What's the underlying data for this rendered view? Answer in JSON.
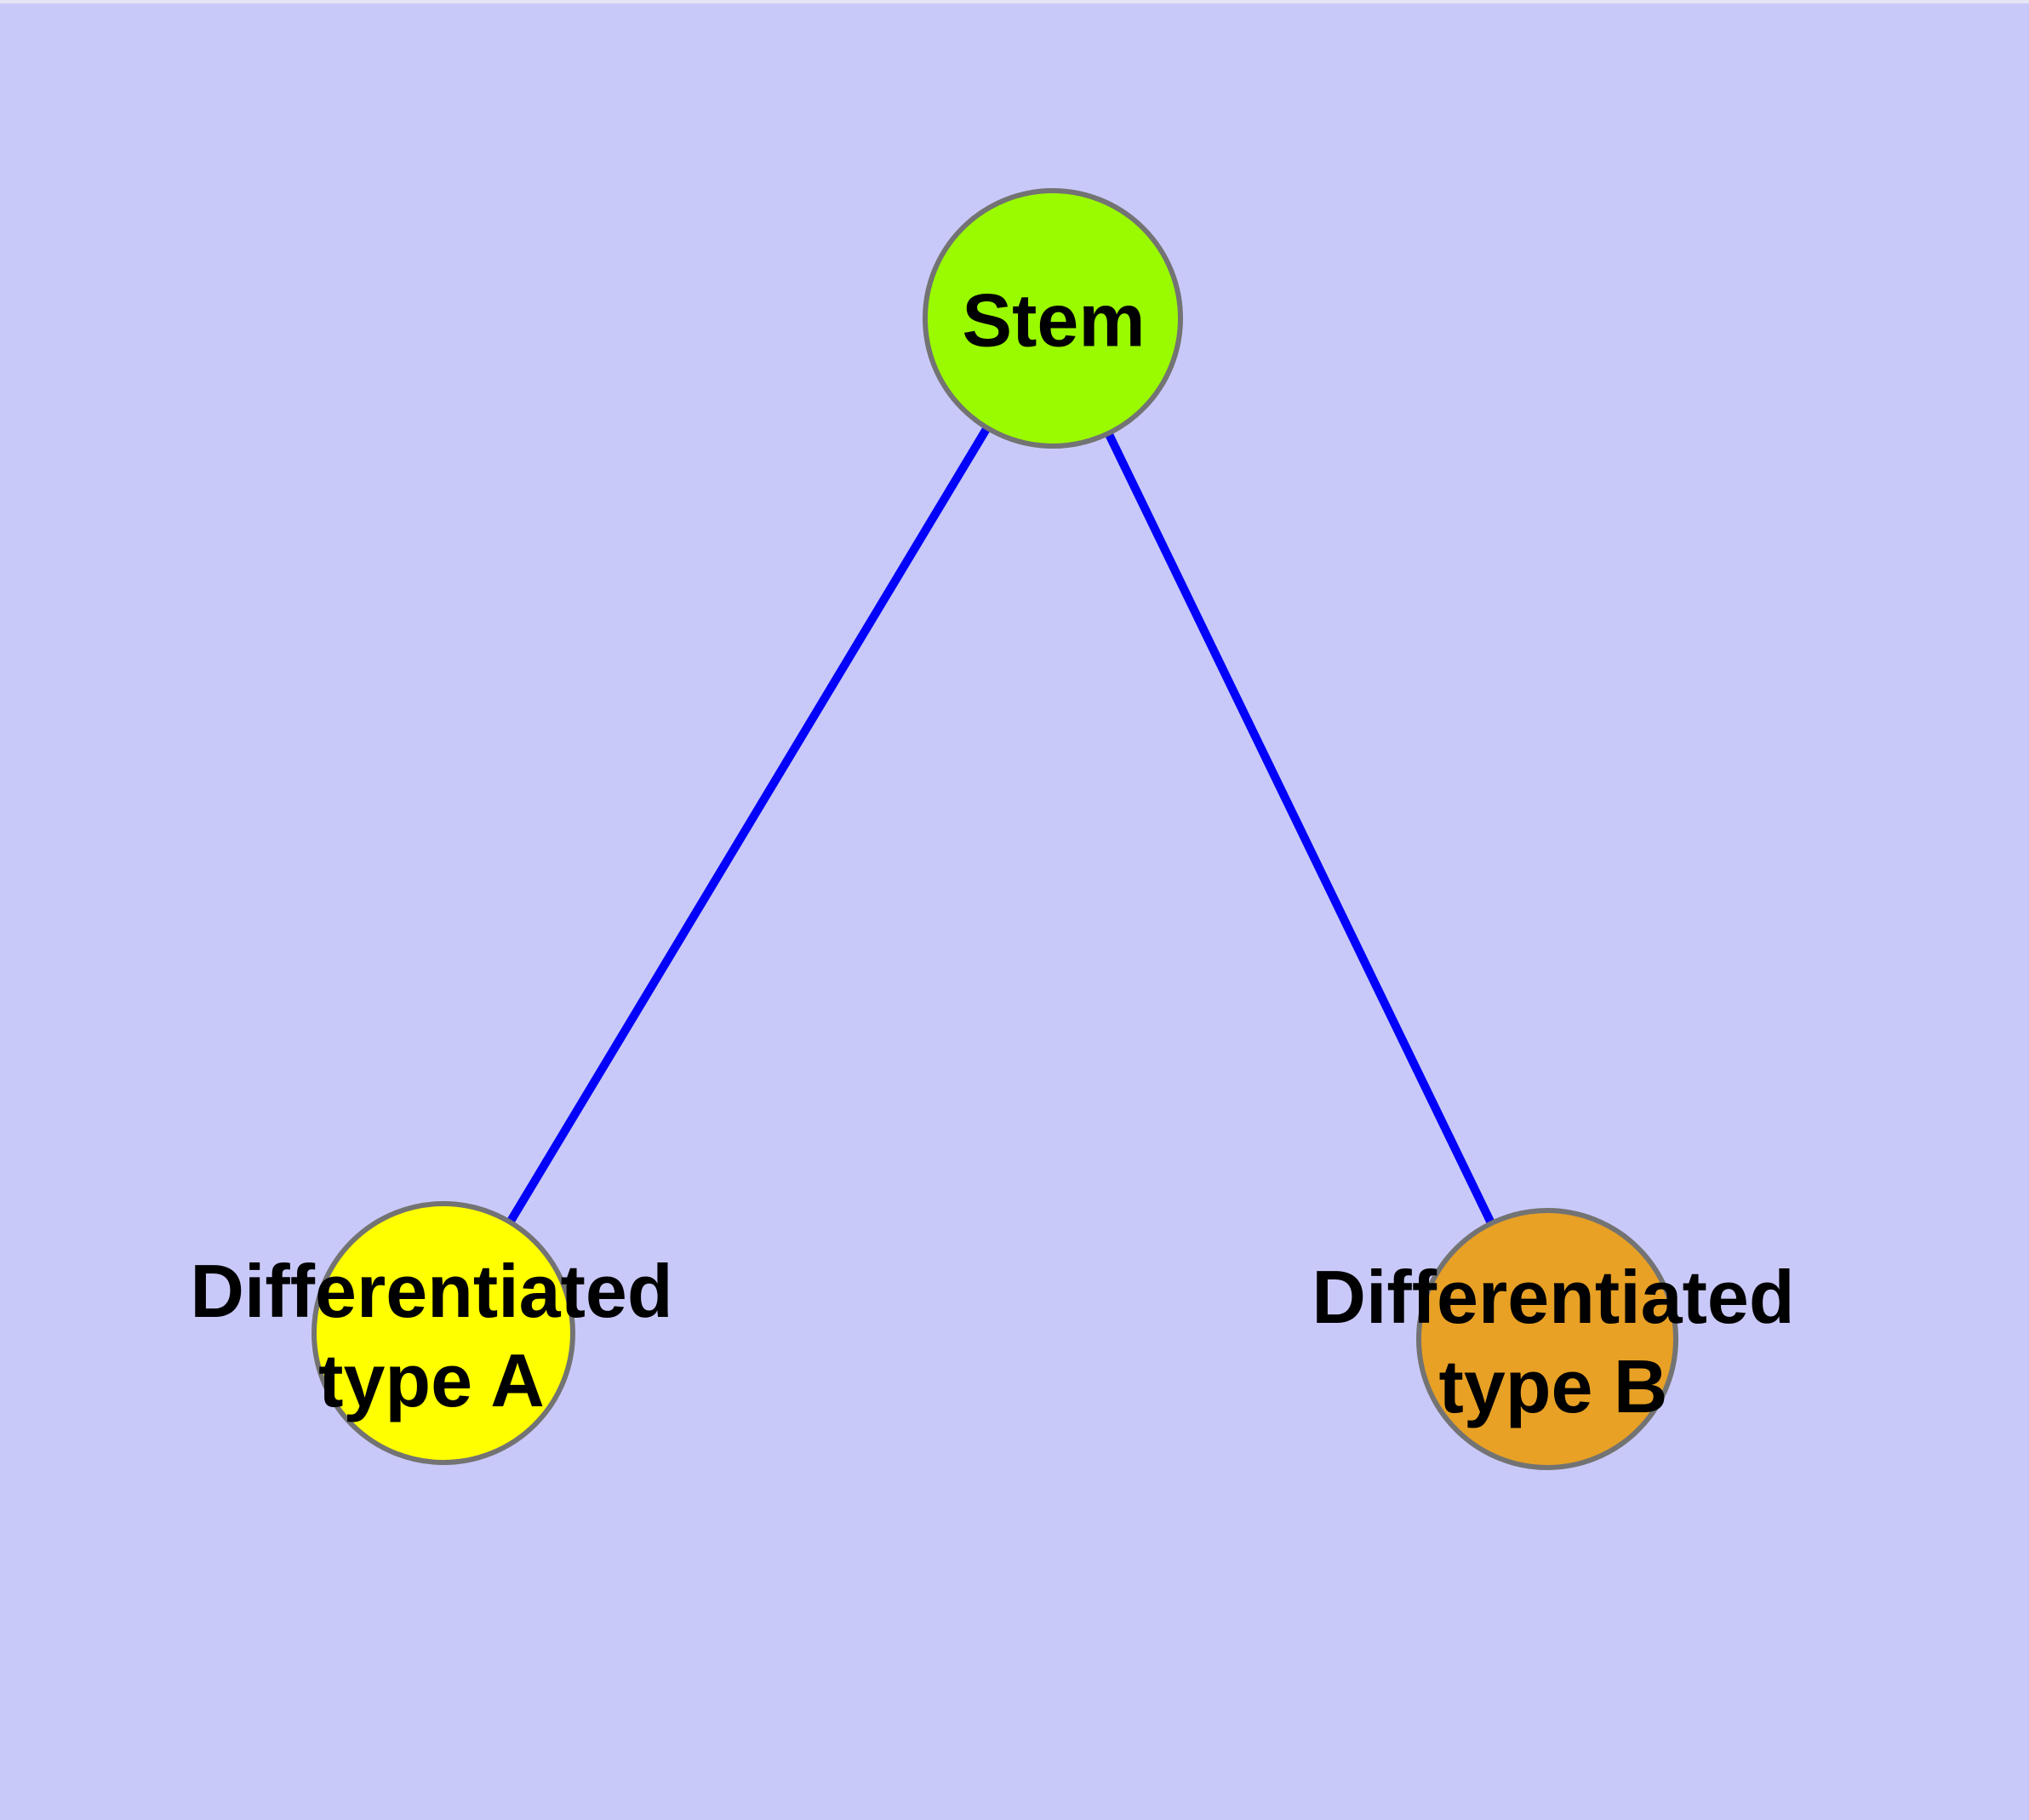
{
  "diagram": {
    "type": "graph",
    "description": "Stem cell differentiation tree: one stem node linked to two differentiated cell type nodes",
    "nodes": {
      "stem": {
        "label": "Stem"
      },
      "type_a": {
        "label_line1": "Differentiated",
        "label_line2": "type A"
      },
      "type_b": {
        "label_line1": "Differentiated",
        "label_line2": "type B"
      }
    },
    "edges": [
      {
        "from": "Stem",
        "to": "Differentiated type A"
      },
      {
        "from": "Stem",
        "to": "Differentiated type B"
      }
    ]
  },
  "colors": {
    "background": "#C9C9F9",
    "top_edge_highlight": "#E4E4F4",
    "edge_line": "#0202FA",
    "node_border": "#737373",
    "stem_fill": "#9AFB00",
    "type_a_fill": "#FFFF00",
    "type_b_fill": "#E8A125",
    "label_text": "#000000"
  }
}
